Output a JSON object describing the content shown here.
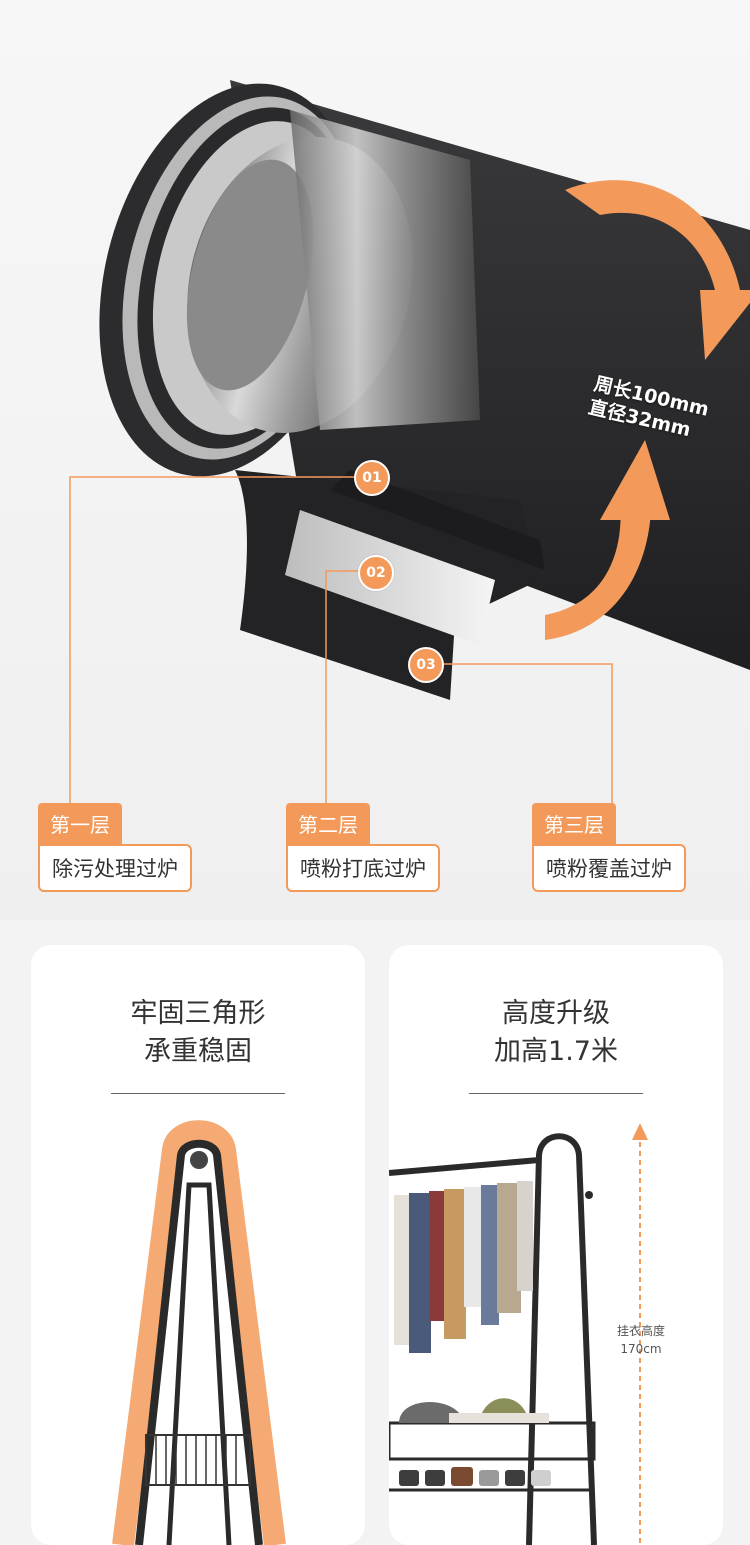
{
  "pipe": {
    "dimension_line1": "周长100mm",
    "dimension_line2": "直径32mm",
    "badges": [
      "01",
      "02",
      "03"
    ]
  },
  "layers": [
    {
      "tag": "第一层",
      "desc": "除污处理过炉"
    },
    {
      "tag": "第二层",
      "desc": "喷粉打底过炉"
    },
    {
      "tag": "第三层",
      "desc": "喷粉覆盖过炉"
    }
  ],
  "cards": [
    {
      "title_line1": "牢固三角形",
      "title_line2": "承重稳固"
    },
    {
      "title_line1": "高度升级",
      "title_line2": "加高1.7米",
      "height_label_line1": "挂衣高度",
      "height_label_line2": "170cm"
    }
  ],
  "colors": {
    "accent": "#f39a5b",
    "pipe": "#2b2b2d",
    "background": "#f3f3f3"
  }
}
